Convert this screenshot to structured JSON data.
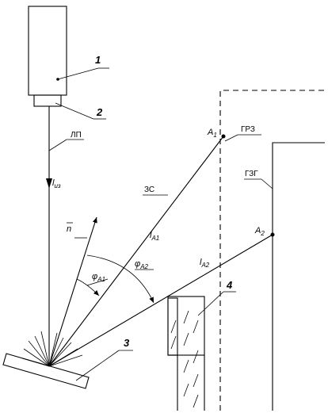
{
  "callouts": {
    "source": "1",
    "aperture": "2",
    "sample": "3",
    "obstacle": "4"
  },
  "labels": {
    "light_path": "ЛП",
    "incident_l": "l",
    "incident_sub": "из",
    "normal_n": "n",
    "angle_a1_phi": "φ",
    "angle_a1_sub": "A1",
    "angle_a2_phi": "φ",
    "angle_a2_sub": "A2",
    "ray1_l": "l",
    "ray1_sub": "A1",
    "ray2_l": "l",
    "ray2_sub": "A2",
    "point_a1": "A",
    "point_a1_sub": "1",
    "point_a2": "A",
    "point_a2_sub": "2",
    "zone_zs": "ЗС",
    "boundary_grz": "ГРЗ",
    "boundary_gzg": "ГЗГ"
  }
}
